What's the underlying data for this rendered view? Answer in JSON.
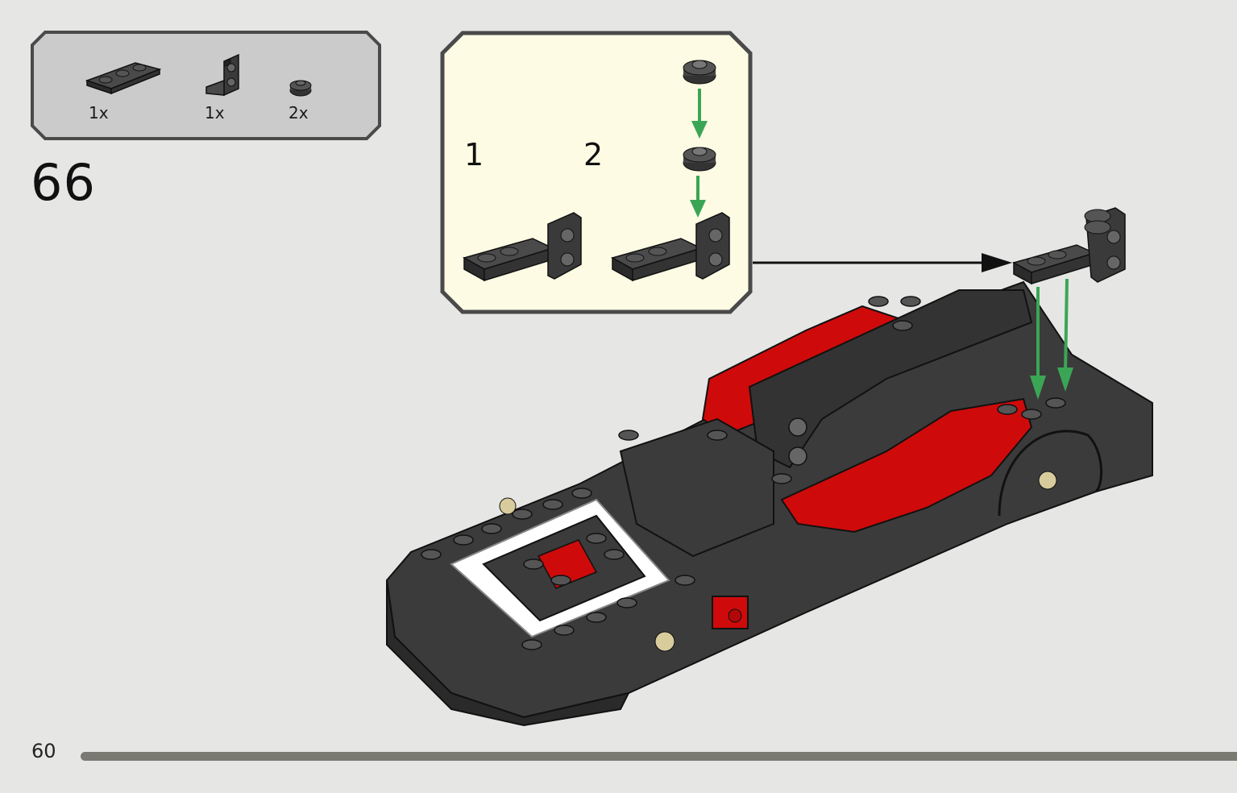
{
  "page": {
    "step_number": "66",
    "page_number": "60"
  },
  "parts_list": [
    {
      "part": "plate-1x3-dark-grey",
      "qty": "1x"
    },
    {
      "part": "bracket-1x2-dark-grey",
      "qty": "1x"
    },
    {
      "part": "round-plate-1x1-dark-grey",
      "qty": "2x"
    }
  ],
  "sub_assembly": {
    "steps": [
      "1",
      "2"
    ]
  },
  "colors": {
    "background": "#e6e6e5",
    "parts_box_fill": "#cbcbcb",
    "sub_box_fill": "#fdfbe3",
    "brick_dark": "#3b3b3b",
    "brick_red": "#cf0a0a",
    "arrow_green": "#3aa655",
    "progress_bar": "#7a7a72"
  },
  "progress": {
    "fraction": 1.0
  }
}
